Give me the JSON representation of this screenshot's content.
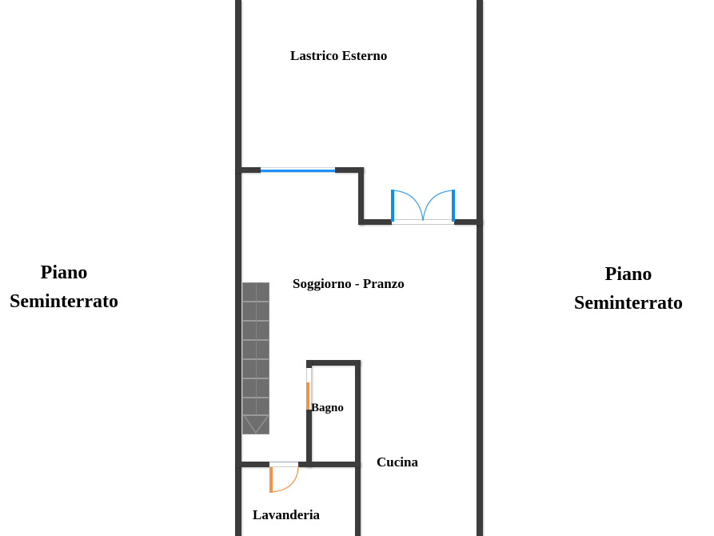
{
  "plan": {
    "side_labels": {
      "left": {
        "line1": "Piano",
        "line2": "Seminterrato"
      },
      "right": {
        "line1": "Piano",
        "line2": "Seminterrato"
      }
    },
    "rooms": {
      "lastrico": "Lastrico Esterno",
      "soggiorno": "Soggiorno - Pranzo",
      "bagno": "Bagno",
      "cucina": "Cucina",
      "lavanderia": "Lavanderia"
    },
    "colors": {
      "wall": "#3c3c3c",
      "window": "#1e90ff",
      "door_main": "#0a8ef0",
      "door_interior": "#f5924a",
      "stairs": "#6e6e6e"
    },
    "stairs": {
      "steps": 7
    }
  }
}
